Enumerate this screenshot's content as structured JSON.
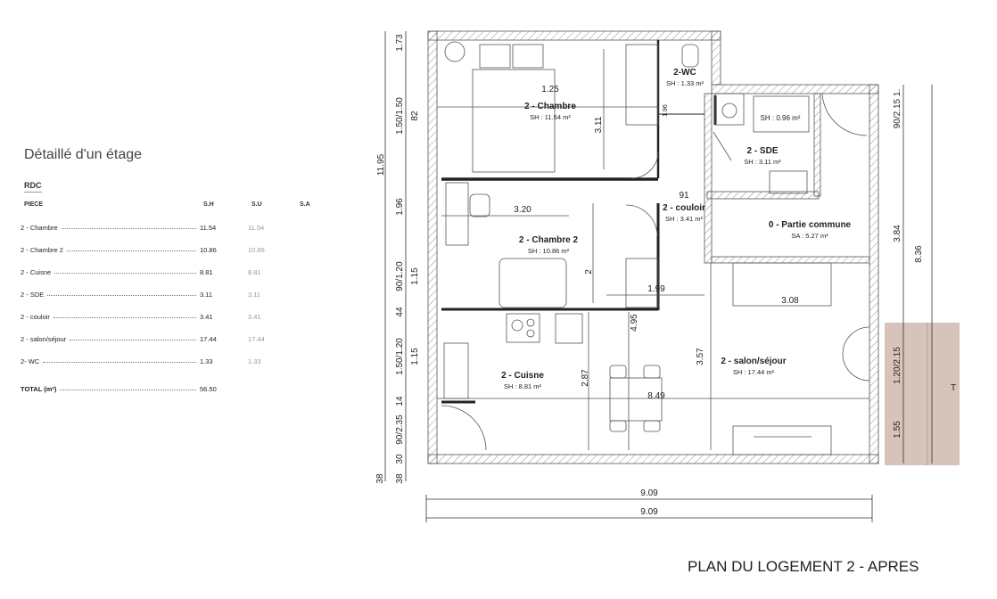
{
  "summary": {
    "title": "Détaillé d'un étage",
    "level": "RDC",
    "headers": {
      "piece": "PIECE",
      "sh": "S.H",
      "su": "S.U",
      "sa": "S.A"
    },
    "rows": [
      {
        "piece": "2 - Chambre",
        "sh": "11.54",
        "su": "11.54"
      },
      {
        "piece": "2 - Chambre 2",
        "sh": "10.86",
        "su": "10.86"
      },
      {
        "piece": "2 - Cuisne",
        "sh": "8.81",
        "su": "8.81"
      },
      {
        "piece": "2 - SDE",
        "sh": "3.11",
        "su": "3.11"
      },
      {
        "piece": "2 - couloir",
        "sh": "3.41",
        "su": "3.41"
      },
      {
        "piece": "2 - salon/séjour",
        "sh": "17.44",
        "su": "17.44"
      },
      {
        "piece": "2- WC",
        "sh": "1.33",
        "su": "1.33"
      }
    ],
    "total": {
      "label": "TOTAL (m²)",
      "sh": "56.50"
    }
  },
  "plan": {
    "title": "PLAN DU LOGEMENT 2 - APRES",
    "colors": {
      "wall_hatch": "#666666",
      "terrace": "#d8c3bb"
    },
    "rooms": [
      {
        "name": "2 - Chambre",
        "area": "SH : 11.54 m²"
      },
      {
        "name": "2-WC",
        "area": "SH : 1.33 m²"
      },
      {
        "name": "2 - Chambre 2",
        "area": "SH : 10.86 m²"
      },
      {
        "name": "2 - couloir",
        "area": "SH : 3.41 m²"
      },
      {
        "name": "2 - SDE",
        "area": "SH : 3.11 m²"
      },
      {
        "name": "0 - Partie commune",
        "area": "SA : 5.27 m²"
      },
      {
        "name": "2 - Cuisne",
        "area": "SH : 8.81 m²"
      },
      {
        "name": "2 - salon/séjour",
        "area": "SH : 17.44 m²"
      }
    ],
    "shower_area": "SH : 0.96 m²",
    "dims_left": [
      "1.73",
      "1.50/1.50",
      "82",
      "11.95",
      "1.96",
      "90/1.20",
      "1.15",
      "44",
      "1.50/1.20",
      "1.15",
      "14",
      "90/2.35",
      "30",
      "38",
      "38"
    ],
    "dims_right": [
      "90/2.15 1.",
      "3.84",
      "8.36",
      "1.20/2.15",
      "1.55"
    ],
    "dims_inner": [
      "1.25",
      "3.11",
      "3.20",
      "2",
      "91",
      "1.99",
      "3.08",
      "4.95",
      "2.87",
      "3.57",
      "8.49",
      "1.96"
    ],
    "dims_bottom": [
      "9.09",
      "9.09"
    ],
    "terrace_label": "T"
  }
}
